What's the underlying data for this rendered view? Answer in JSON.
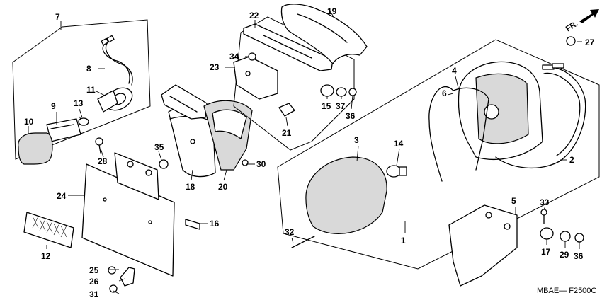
{
  "direction_label": "FR.",
  "drawing_code": "MBAE— F2500C",
  "callouts": {
    "c1": "1",
    "c2": "2",
    "c3": "3",
    "c4": "4",
    "c5": "5",
    "c6": "6",
    "c7": "7",
    "c8": "8",
    "c9": "9",
    "c10": "10",
    "c11": "11",
    "c12": "12",
    "c13": "13",
    "c14": "14",
    "c15": "15",
    "c16": "16",
    "c17": "17",
    "c18": "18",
    "c19": "19",
    "c20": "20",
    "c21": "21",
    "c22": "22",
    "c23": "23",
    "c24": "24",
    "c25": "25",
    "c26": "26",
    "c27": "27",
    "c28": "28",
    "c29": "29",
    "c30": "30",
    "c31": "31",
    "c32": "32",
    "c33": "33",
    "c34": "34",
    "c35": "35",
    "c36a": "36",
    "c36b": "36",
    "c37": "37"
  },
  "icons": {
    "direction": "arrow-icon"
  }
}
